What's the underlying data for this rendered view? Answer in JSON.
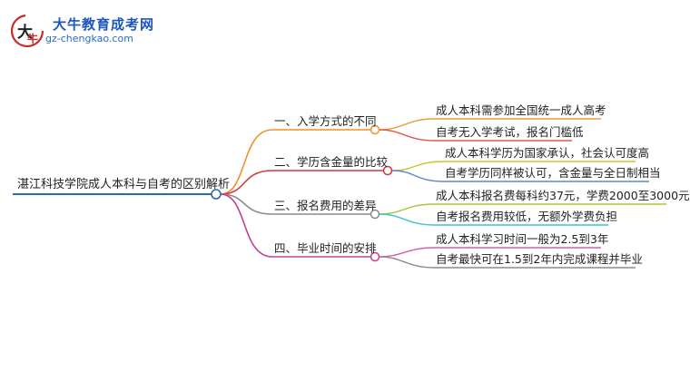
{
  "logo": {
    "title": "大牛教育成考网",
    "url": "gz-chengkao.com"
  },
  "root": "湛江科技学院成人本科与自考的区别解析",
  "branches": [
    {
      "label": "一、入学方式的不同",
      "color": "#f0922a",
      "leaves": [
        "成人本科需参加全国统一成人高考",
        "自考无入学考试，报名门槛低"
      ]
    },
    {
      "label": "二、学历含金量的比较",
      "color": "#cc3b3b",
      "leaves": [
        "成人本科学历为国家承认，社会认可度高",
        "自考学历同样被认可，含金量与全日制相当"
      ]
    },
    {
      "label": "三、报名费用的差异",
      "color": "#8a8a8a",
      "leaves": [
        "成人本科报名费每科约37元，学费2000至3000元",
        "自考报名费用较低，无额外学费负担"
      ]
    },
    {
      "label": "四、毕业时间的安排",
      "color": "#c2408f",
      "leaves": [
        "成人本科学习时间一般为2.5到3年",
        "自考最快可在1.5到2年内完成课程并毕业"
      ]
    }
  ],
  "leaf_colors": [
    "#e8a03a",
    "#dd5a4e",
    "#c9c62a",
    "#5a88c8",
    "#a5c83a",
    "#3ec4ce",
    "#d060b0",
    "#8c8c8c"
  ],
  "root_color": "#2a6ab0"
}
